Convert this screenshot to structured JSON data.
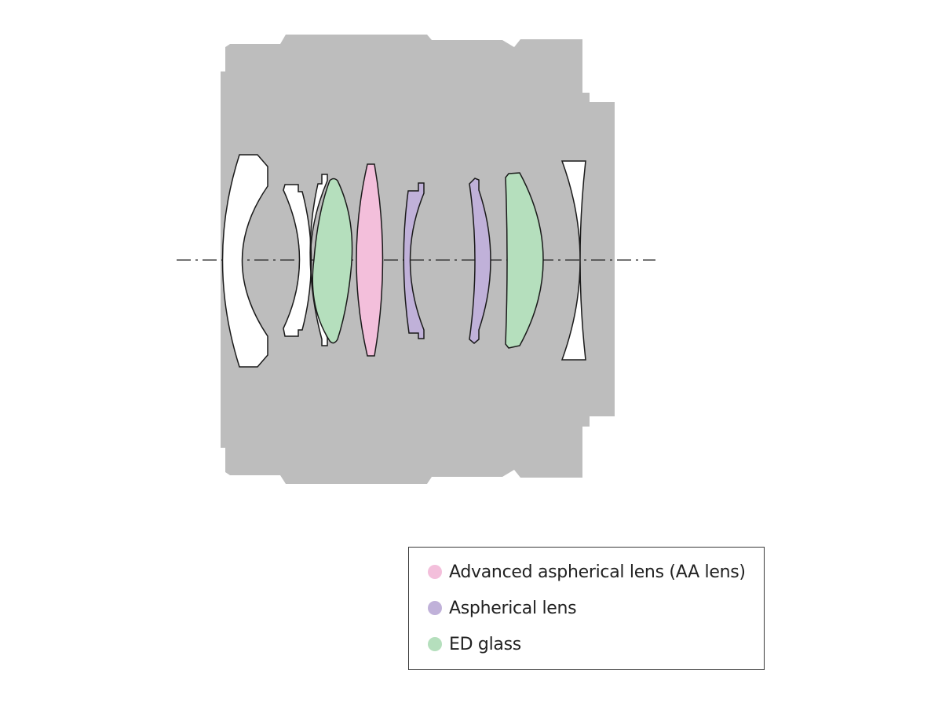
{
  "legend": {
    "items": [
      {
        "label": "Advanced aspherical lens (AA lens)",
        "color": "#f3bfdb",
        "icon": "pink-circle-icon"
      },
      {
        "label": "Aspherical lens",
        "color": "#c0b1d9",
        "icon": "purple-circle-icon"
      },
      {
        "label": "ED glass",
        "color": "#b5dfbd",
        "icon": "green-circle-icon"
      }
    ]
  },
  "colors": {
    "barrel": "#bdbdbd",
    "plain_lens": "#ffffff",
    "outline": "#1a1a1a",
    "axis": "#222222"
  },
  "lens_elements": [
    {
      "id": "element-1",
      "type": "plain"
    },
    {
      "id": "element-2",
      "type": "plain"
    },
    {
      "id": "element-3",
      "type": "plain"
    },
    {
      "id": "element-4",
      "type": "ED glass"
    },
    {
      "id": "element-5",
      "type": "AA lens"
    },
    {
      "id": "element-6",
      "type": "Aspherical"
    },
    {
      "id": "element-7",
      "type": "Aspherical"
    },
    {
      "id": "element-8",
      "type": "ED glass"
    },
    {
      "id": "element-9",
      "type": "plain"
    }
  ]
}
